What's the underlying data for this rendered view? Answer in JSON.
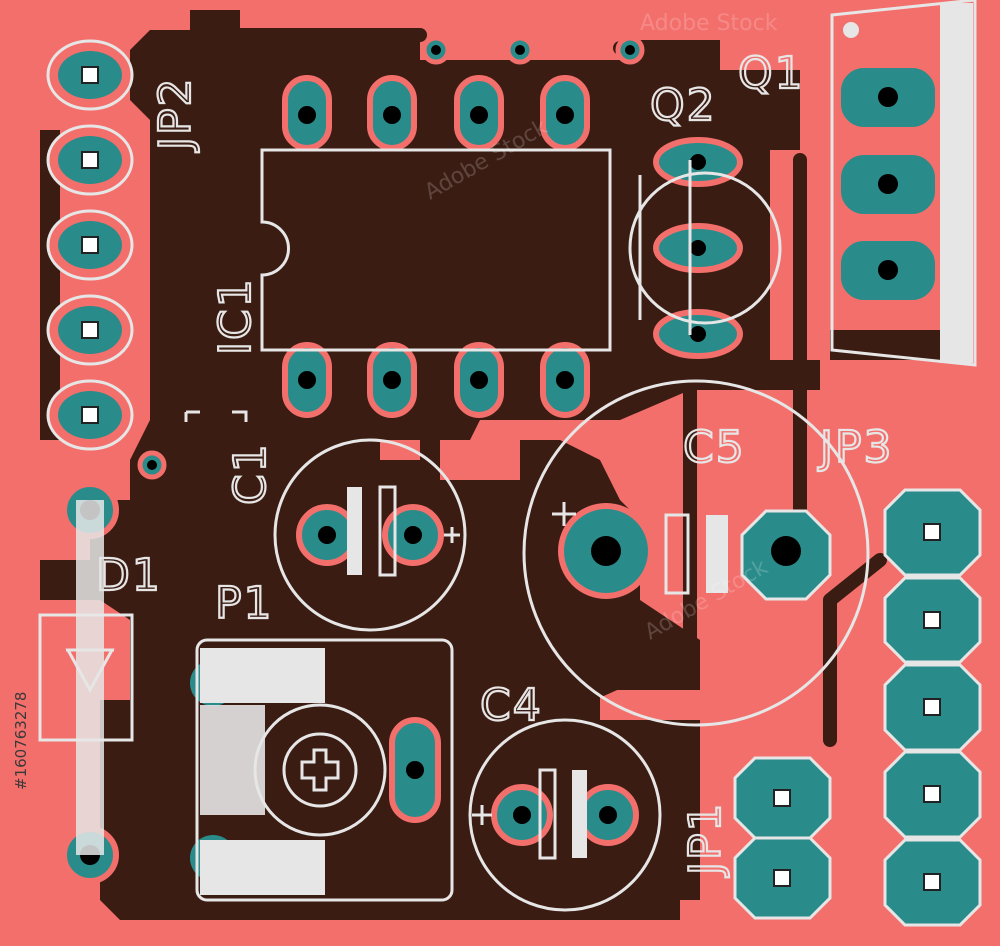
{
  "title": "PCB layout",
  "labels": {
    "jp2": "JP2",
    "q1": "Q1",
    "q2": "Q2",
    "ic1": "IC1",
    "c1": "C1",
    "c5": "C5",
    "jp3": "JP3",
    "d1": "D1",
    "p1": "P1",
    "c4": "C4",
    "jp1": "JP1"
  },
  "watermark": "Adobe Stock",
  "stock_id": "#160763278",
  "colors": {
    "board": "#f36f6c",
    "copper": "#3b1c12",
    "pad": "#2a8c8a",
    "silk": "#e6e6e6"
  }
}
